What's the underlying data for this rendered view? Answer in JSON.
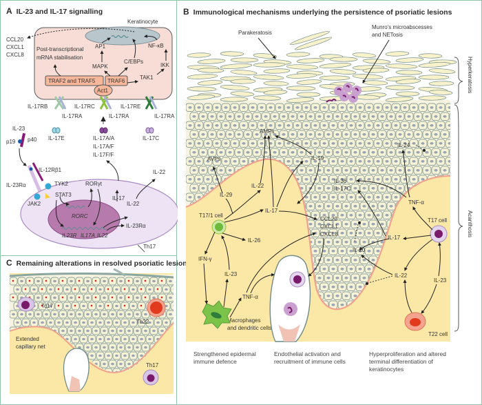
{
  "colors": {
    "frame": "#8fc4a8",
    "skin_fill": "#fbecc6",
    "dermis_fill": "#fbe8a6",
    "basement_line": "#f1a28e",
    "cell_outline": "#6f8a85",
    "nucleus": "#9aa4b3",
    "keratinocyte_box": "#f7ddd6",
    "traf_box": "#f6b79b",
    "th17_outer": "#ede3f4",
    "th17_nucleus": "#b77aac",
    "purple_dark": "#7a1a6a",
    "red_cell": "#e23a1c",
    "green_cell": "#7cc34a"
  },
  "panel_a": {
    "letter": "A",
    "title": "IL-23 and IL-17 signalling",
    "keratinocyte_label": "Keratinocyte",
    "chemokines": [
      "CCL20",
      "CXCL1",
      "CXCL8"
    ],
    "post_transcriptional": [
      "Post-transcriptional",
      "mRNA stabilisation"
    ],
    "nodes": {
      "ap1": "AP1",
      "mapk": "MAPK",
      "cebps": "C/EBPs",
      "nfkb": "NF-κB",
      "ikk": "IKK",
      "tak1": "TAK1",
      "traf25": "TRAF2 and TRAF5",
      "traf6": "TRAF6",
      "act1": "Act1"
    },
    "receptors": {
      "il17rb": "IL-17RB",
      "il17rc": "IL-17RC",
      "il17re": "IL-17RE",
      "il17ra_1": "IL-17RA",
      "il17ra_2": "IL-17RA",
      "il17ra_3": "IL-17RA"
    },
    "ligands": {
      "il17e": "IL-17E",
      "il17aa": "IL-17A/A",
      "il17af": "IL-17A/F",
      "il17ff": "IL-17F/F",
      "il17c": "IL-17C"
    },
    "il23": {
      "name": "IL-23",
      "p19": "p19",
      "p40": "p40"
    },
    "receptor_il23": {
      "il12rb1": "IL-12Rβ1",
      "il23ra": "IL-23Rα"
    },
    "th17": {
      "label": "Th17",
      "tyk2": "TYK2",
      "jak2": "JAK2",
      "stat3": "STAT3",
      "rorgt": "RORγt",
      "rorc": "RORC",
      "genes": [
        "IL23R",
        "IL17A",
        "IL22"
      ],
      "il17_out": "IL-17",
      "il22_out": "IL-22",
      "il23ra_out": "IL-23Rα",
      "il22_secreted": "IL-22"
    }
  },
  "panel_b": {
    "letter": "B",
    "title": "Immunological mechanisms underlying the persistence of psoriatic lesions",
    "parakeratosis": "Parakeratosis",
    "munro": [
      "Munro’s microabscesses",
      "and NETosis"
    ],
    "hyperkeratosis": "Hyperkeratosis",
    "acanthosis": "Acanthosis",
    "labels": {
      "amps": "AMPs",
      "avps": "AVPs",
      "il19": "IL-19",
      "il24": "IL-24",
      "il36": "IL-36",
      "il17c": "IL-17C",
      "il29": "IL-29",
      "il22_left": "IL-22",
      "il17_left": "IL-17",
      "ccl20": "CCL20",
      "cxcl1": "CXCL1",
      "cxcl8": "CXCL8",
      "il20": "IL-20",
      "tnfa_right": "TNF-α",
      "t17_cell": "T17 cell",
      "il17_right": "IL-17",
      "il22_right": "IL-22",
      "il23_right": "IL-23",
      "t22_cell": "T22 cell",
      "t171_cell": "T17/1 cell",
      "il26": "IL-26",
      "ifng": "IFN-γ",
      "il23_left": "IL-23",
      "tnfa_left": "TNF-α",
      "macrophages": [
        "Macrophages",
        "and dendritic cells"
      ]
    },
    "captions": [
      [
        "Strengthened epidermal",
        "immune defence"
      ],
      [
        "Endothelial activation and",
        "recruitment of immune cells"
      ],
      [
        "Hyperproliferation and altered",
        "terminal differentiation of",
        "keratinocytes"
      ]
    ]
  },
  "panel_c": {
    "letter": "C",
    "title": "Remaining alterations in resolved psoriatic lesions",
    "tc17": "Tc17",
    "th22": "Th22",
    "th17": "Th17",
    "capillary": [
      "Extended",
      "capillary net"
    ]
  }
}
